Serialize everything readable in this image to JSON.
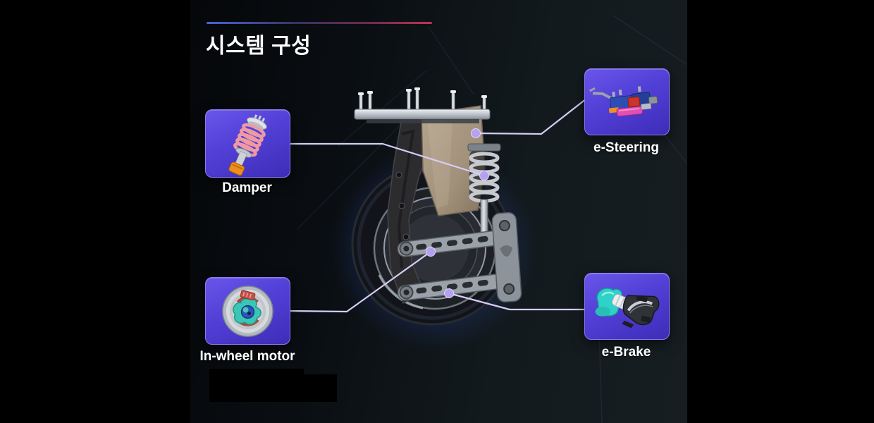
{
  "page": {
    "title": "시스템 구성"
  },
  "accent_line": {
    "left_color": "#4a63d8",
    "right_color": "#c23350"
  },
  "components": [
    {
      "label": "Damper",
      "icon": "damper-icon"
    },
    {
      "label": "e-Steering",
      "icon": "e-steering-icon"
    },
    {
      "label": "In-wheel motor",
      "icon": "in-wheel-motor-icon"
    },
    {
      "label": "e-Brake",
      "icon": "e-brake-icon"
    }
  ],
  "illustration": {
    "name": "corner-module-wheel-assembly"
  },
  "colors": {
    "card_purple": "#5140d6",
    "card_border": "#8d7af0",
    "connector_line": "#d6cdf5",
    "connector_dot": "#b6a1ef",
    "side_bars": "#000000",
    "glow_blue": "#3c5fd2"
  }
}
